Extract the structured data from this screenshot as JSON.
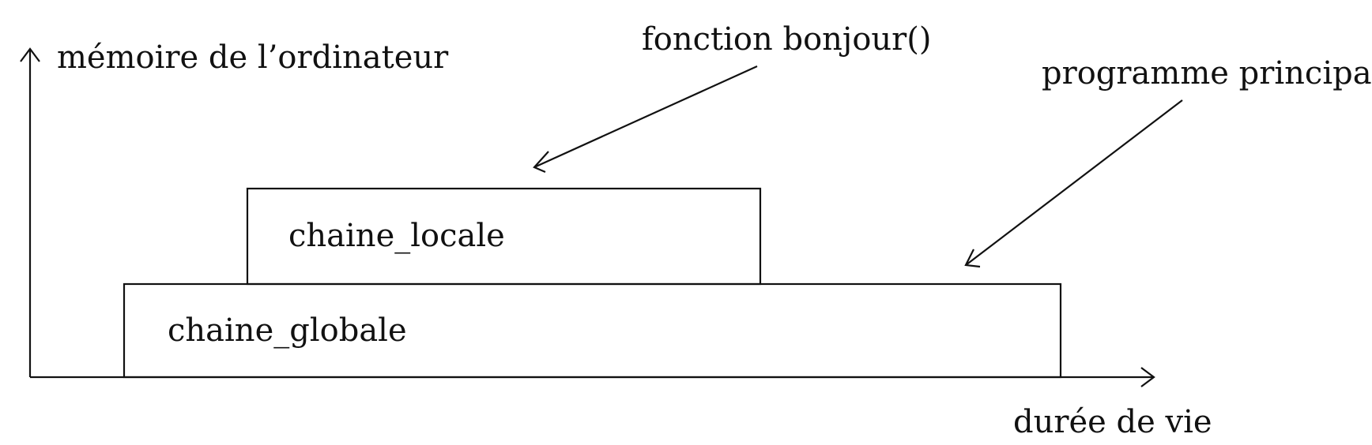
{
  "diagram": {
    "y_axis_label": "mémoire de l’ordinateur",
    "x_axis_label": "durée de vie",
    "boxes": {
      "global": "chaine_globale",
      "local": "chaine_locale"
    },
    "annotations": {
      "function": "fonction bonjour()",
      "main_program": "programme principal"
    },
    "colors": {
      "ink": "#111111",
      "background": "#ffffff"
    }
  }
}
